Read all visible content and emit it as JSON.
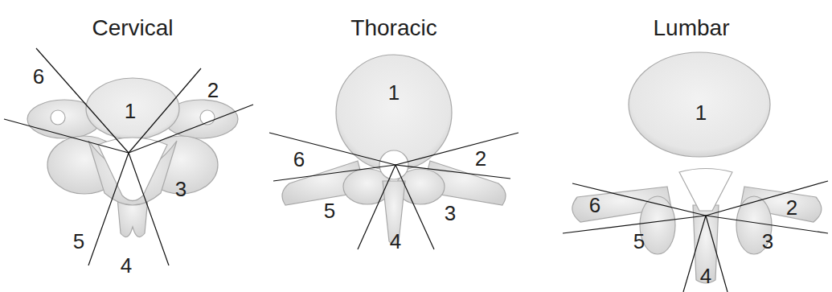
{
  "diagram": {
    "labels": [
      "Cervical",
      "1",
      "2",
      "3",
      "4",
      "5",
      "6",
      "Thoracic",
      "1",
      "2",
      "3",
      "4",
      "5",
      "6",
      "Lumbar",
      "1",
      "2",
      "3",
      "4",
      "5",
      "6"
    ]
  }
}
